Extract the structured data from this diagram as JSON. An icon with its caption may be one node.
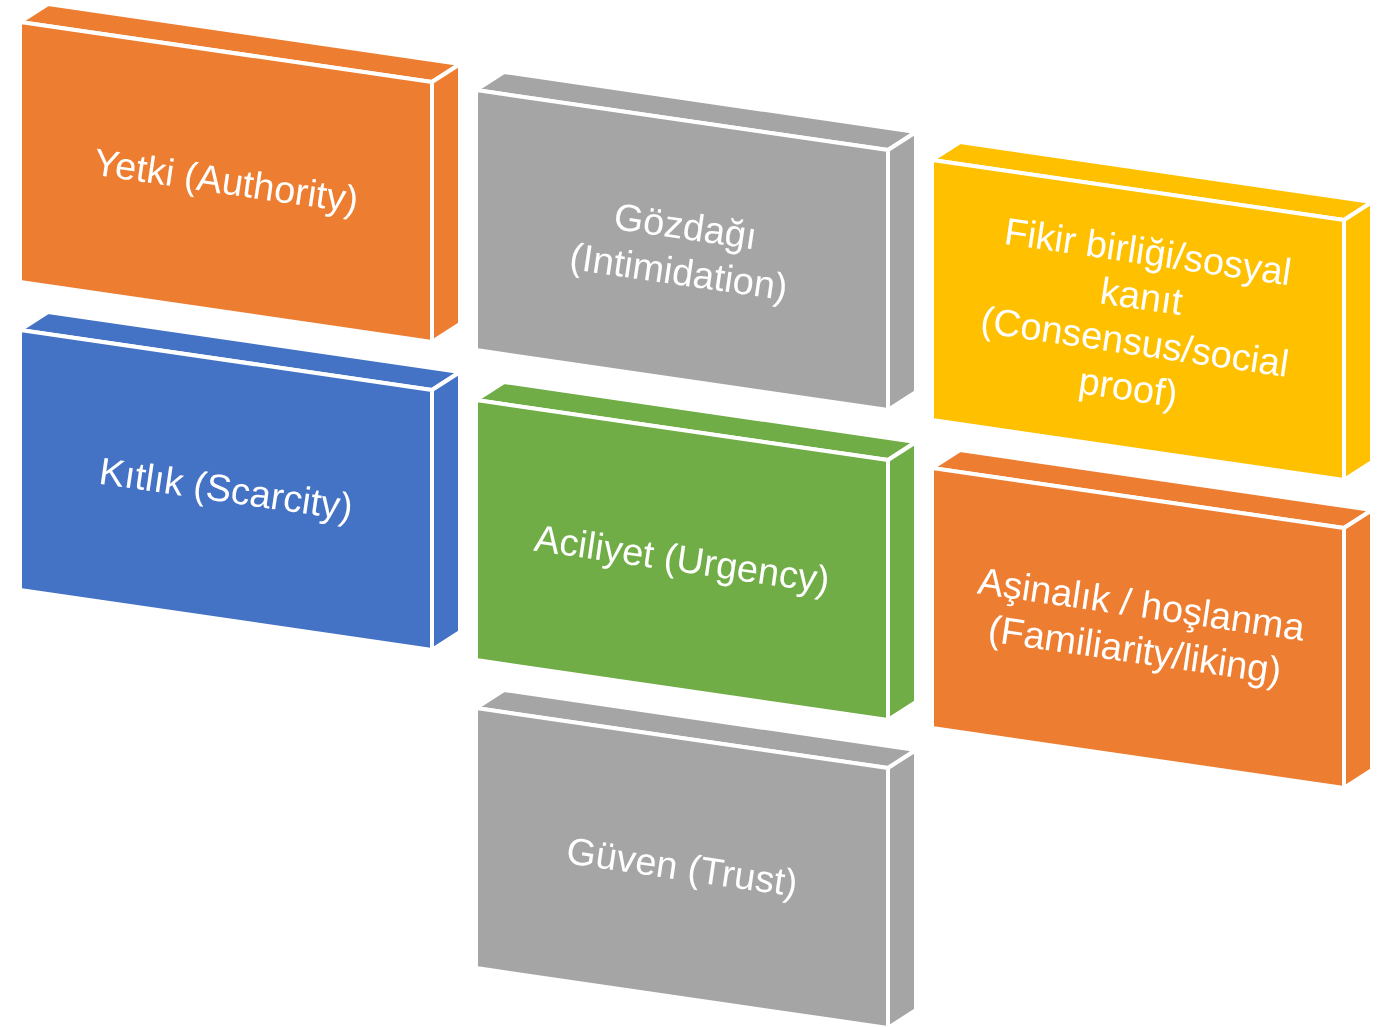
{
  "diagram": {
    "nodes": [
      {
        "text": [
          "Yetki  (Authority)"
        ]
      },
      {
        "text": [
          "Kıtlık (Scarcity)"
        ]
      },
      {
        "text": [
          "Gözdağı (Intimidation)"
        ]
      },
      {
        "text": [
          "Aciliyet  (Urgency)"
        ]
      },
      {
        "text": [
          "Güven  (Trust)"
        ]
      },
      {
        "text": [
          "Fikir birliği/sosyal kanıt (Consensus/social proof)"
        ]
      },
      {
        "text": [
          "Aşinalık / hoşlanma (Familiarity/liking)"
        ]
      }
    ]
  }
}
